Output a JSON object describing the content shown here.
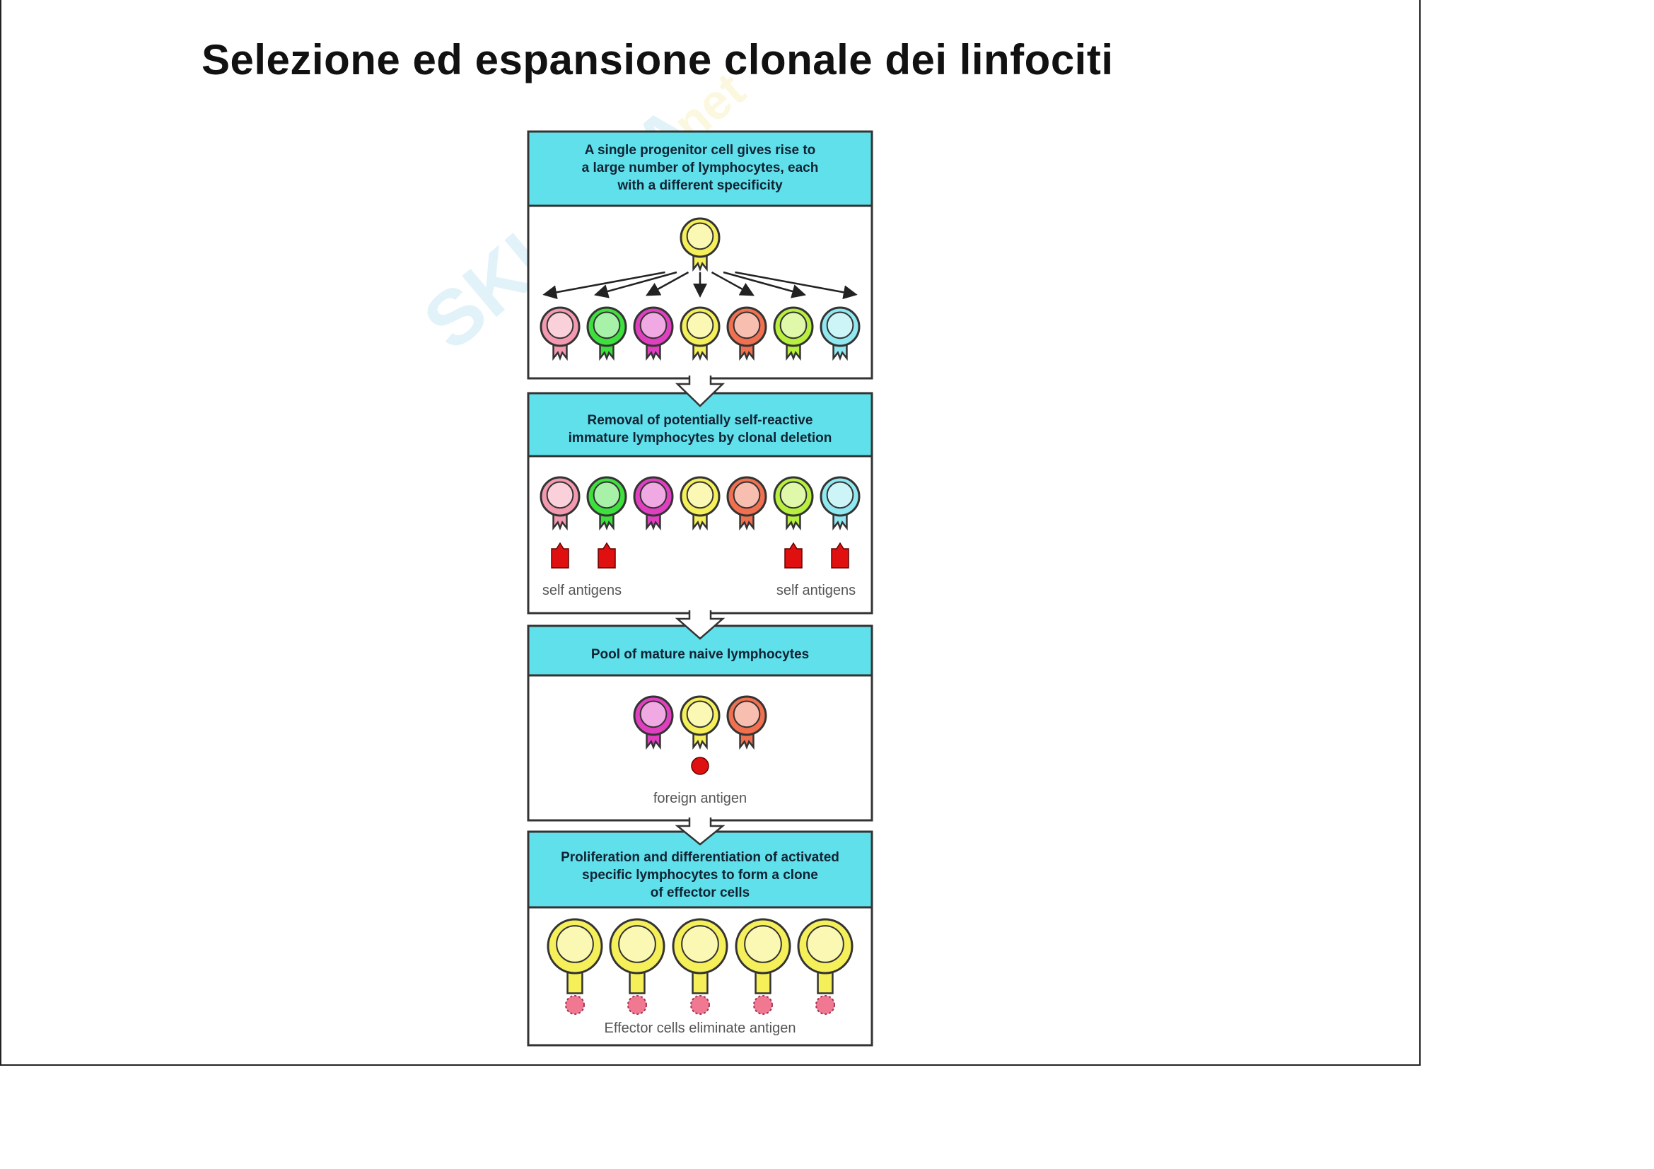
{
  "title": "Selezione ed espansione clonale dei linfociti",
  "watermark": "SKUOLA.net",
  "steps": [
    {
      "header": [
        "A single progenitor cell gives rise to",
        "a large number of lymphocytes, each",
        "with a different specificity"
      ]
    },
    {
      "header": [
        "Removal of potentially self-reactive",
        "immature lymphocytes by clonal deletion"
      ],
      "label_left": "self antigens",
      "label_right": "self antigens"
    },
    {
      "header": [
        "Pool of mature naive lymphocytes"
      ],
      "label": "foreign antigen"
    },
    {
      "header": [
        "Proliferation and differentiation of activated",
        "specific lymphocytes to form a clone",
        "of effector cells"
      ],
      "label": "Effector cells eliminate antigen"
    }
  ],
  "colors": {
    "header_bg": "#5fe0ea",
    "cells": [
      "#f49ab0",
      "#3ee03e",
      "#e040c0",
      "#f5ef5a",
      "#f07050",
      "#b8f040",
      "#90e8f0"
    ],
    "antigen": "#e01010",
    "effector_antigen": "#f07890"
  }
}
